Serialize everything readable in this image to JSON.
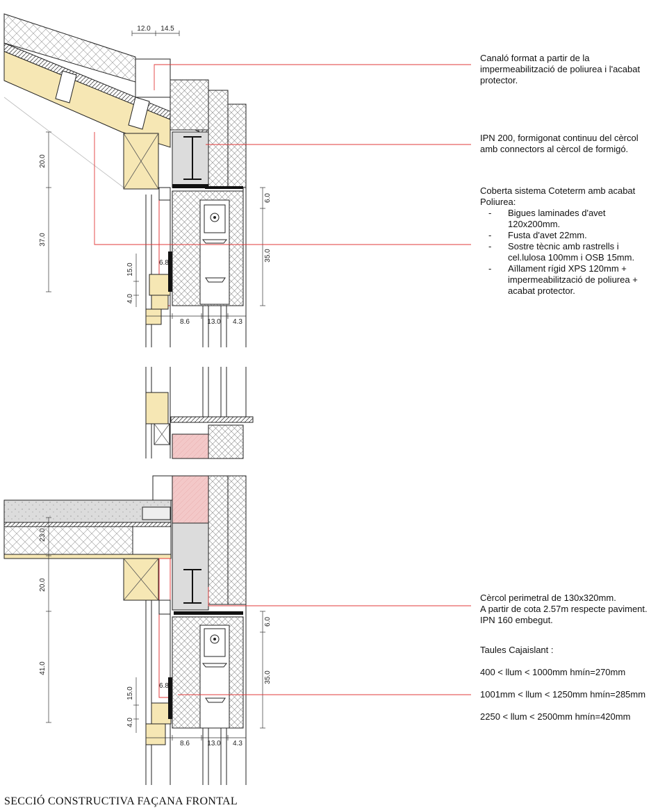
{
  "colors": {
    "wood": "#f6e7b4",
    "brick": "#f3c8c8",
    "concrete": "#dcdcdc",
    "leader": "#e23a3a",
    "line": "#222222"
  },
  "notes": {
    "gutter": {
      "lines": [
        "Canaló format a partir de la",
        "impermeabilització de poliurea i l'acabat",
        "protector."
      ]
    },
    "ipn200": {
      "lines": [
        "IPN 200, formigonat continuu del cèrcol",
        "amb connectors al cèrcol de formigó."
      ]
    },
    "roof": {
      "lines": [
        "Coberta sistema Coteterm amb acabat",
        "Poliurea:"
      ],
      "items": [
        [
          "Bigues laminades d'avet",
          "120x200mm."
        ],
        [
          "Fusta d'avet 22mm."
        ],
        [
          "Sostre tècnic amb rastrells i",
          "cel.lulosa 100mm i OSB 15mm."
        ],
        [
          "Aïllament rígid XPS 120mm +",
          "impermeabilització de poliurea +",
          "acabat protector."
        ]
      ]
    },
    "cercol": {
      "lines": [
        "Cèrcol perimetral de 130x320mm.",
        "A partir de cota 2.57m respecte paviment.",
        "IPN 160 embegut."
      ]
    },
    "taules": {
      "title": "Taules Cajaislant :",
      "rows": [
        "400 < llum < 1000mm  hmín=270mm",
        "1001mm < llum < 1250mm hmín=285mm",
        "2250 < llum < 2500mm  hmín=420mm"
      ]
    }
  },
  "dims": {
    "top_12": "12.0",
    "top_14": "14.5",
    "l1_20": "20.0",
    "l1_37": "37.0",
    "l1_15": "15.0",
    "l1_4": "4.0",
    "l1_68": "6.8",
    "r1_6": "6.0",
    "r1_35": "35.0",
    "b1_86": "8.6",
    "b1_13": "13.0",
    "b1_43": "4.3",
    "l2_23": "23.0",
    "l2_20": "20.0",
    "l2_41": "41.0",
    "l2_15": "15.0",
    "l2_4": "4.0",
    "l2_68": "6.8",
    "r2_6": "6.0",
    "r2_35": "35.0",
    "b2_86": "8.6",
    "b2_13": "13.0",
    "b2_43": "4.3"
  },
  "caption": "SECCIÓ CONSTRUCTIVA FAÇANA FRONTAL"
}
